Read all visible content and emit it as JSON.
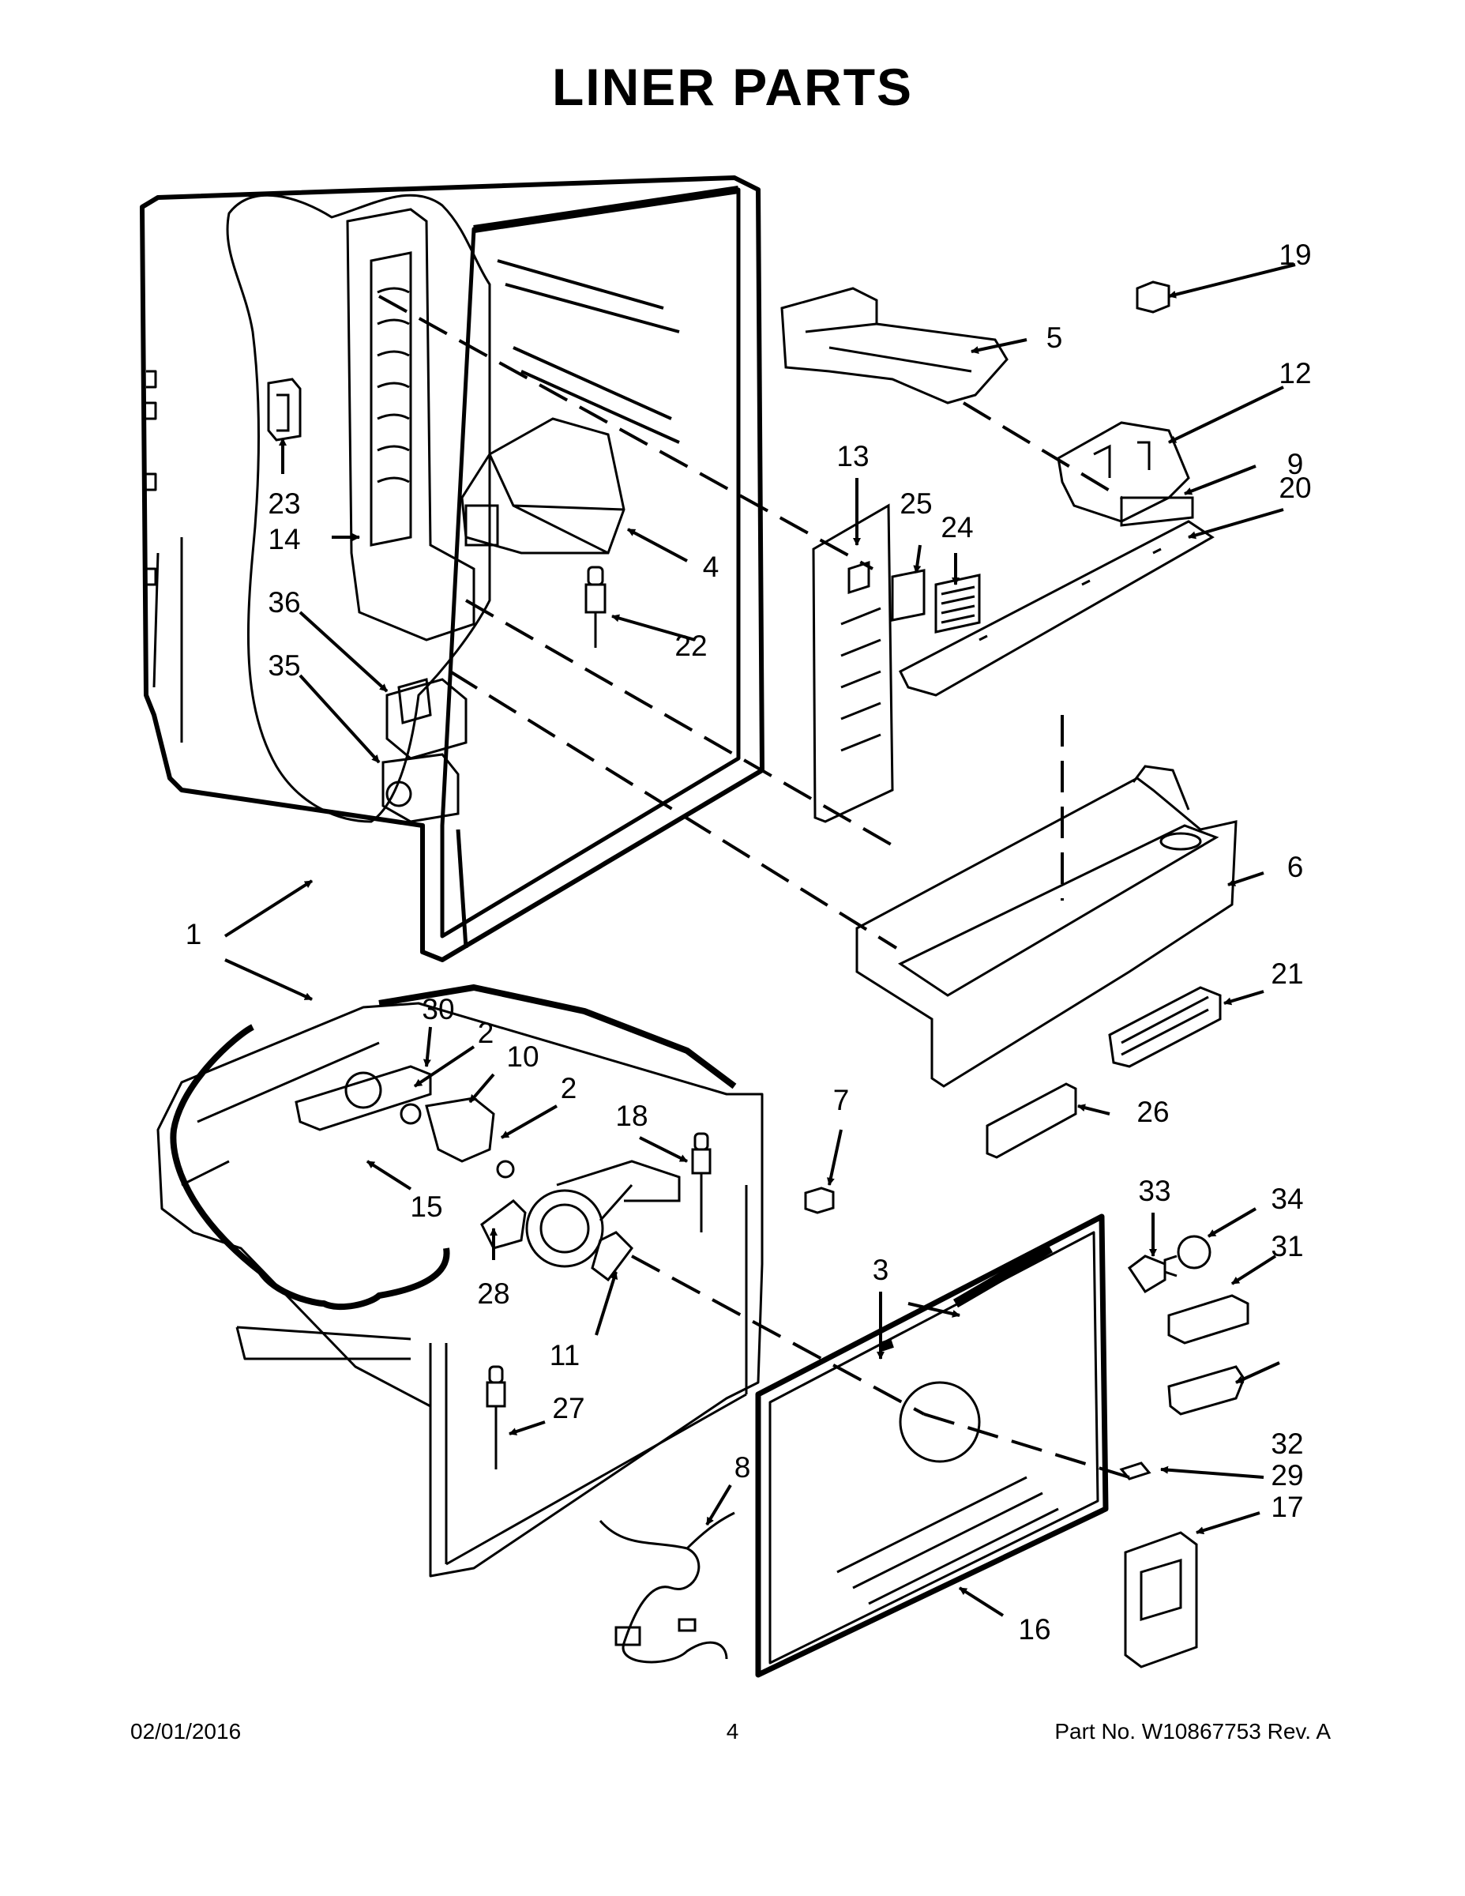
{
  "title": "LINER PARTS",
  "callouts": [
    {
      "label": "1"
    },
    {
      "label": "1"
    },
    {
      "label": "2"
    },
    {
      "label": "2"
    },
    {
      "label": "3"
    },
    {
      "label": "3"
    },
    {
      "label": "4"
    },
    {
      "label": "5"
    },
    {
      "label": "6"
    },
    {
      "label": "7"
    },
    {
      "label": "8"
    },
    {
      "label": "9"
    },
    {
      "label": "10"
    },
    {
      "label": "11"
    },
    {
      "label": "12"
    },
    {
      "label": "13"
    },
    {
      "label": "14"
    },
    {
      "label": "15"
    },
    {
      "label": "16"
    },
    {
      "label": "17"
    },
    {
      "label": "18"
    },
    {
      "label": "19"
    },
    {
      "label": "20"
    },
    {
      "label": "21"
    },
    {
      "label": "22"
    },
    {
      "label": "23"
    },
    {
      "label": "24"
    },
    {
      "label": "25"
    },
    {
      "label": "26"
    },
    {
      "label": "27"
    },
    {
      "label": "28"
    },
    {
      "label": "29"
    },
    {
      "label": "30"
    },
    {
      "label": "31"
    },
    {
      "label": "32"
    },
    {
      "label": "33"
    },
    {
      "label": "34"
    },
    {
      "label": "35"
    },
    {
      "label": "36"
    }
  ],
  "footer": {
    "date": "02/01/2016",
    "page": "4",
    "part_number": "Part No.  W10867753  Rev.  A"
  }
}
